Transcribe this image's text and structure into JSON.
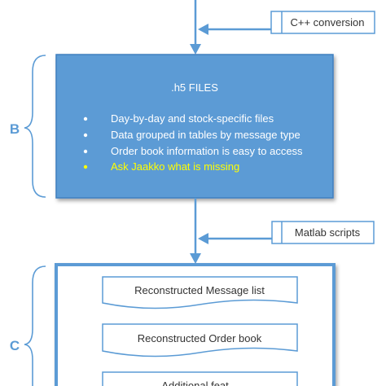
{
  "inputs": {
    "cpp_conversion": "C++ conversion",
    "matlab_scripts": "Matlab scripts"
  },
  "sections": {
    "b": "B",
    "c": "C"
  },
  "h5_box": {
    "title": ".h5 FILES",
    "bullets": [
      "Day-by-day and stock-specific files",
      "Data grouped in tables by message type",
      "Order book information is easy to access",
      "Ask Jaakko what is missing"
    ]
  },
  "outputs": {
    "message_list": "Reconstructed Message list",
    "order_book": "Reconstructed Order book",
    "additional": "Additional feat..."
  },
  "colors": {
    "primary": "#5b9bd5",
    "primary_dark": "#3f7fbf",
    "highlight_text": "#ffff00",
    "text_on_primary": "#ffffff",
    "label_text": "#333333",
    "section_letter": "#5b9bd5"
  }
}
